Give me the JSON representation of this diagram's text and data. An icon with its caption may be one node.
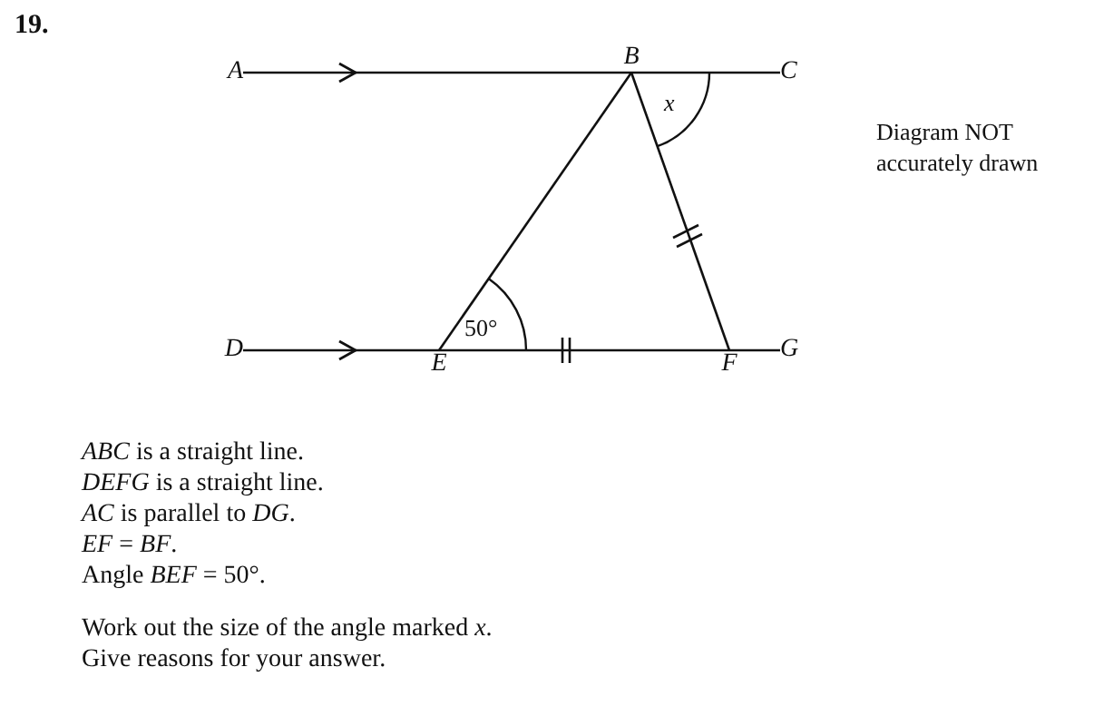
{
  "diagram": {
    "nodes": [
      {
        "text": [
          "A"
        ]
      },
      {
        "text": [
          "B"
        ]
      },
      {
        "text": [
          "C"
        ]
      },
      {
        "text": [
          "D"
        ]
      },
      {
        "text": [
          "E"
        ]
      },
      {
        "text": [
          "F"
        ]
      },
      {
        "text": [
          "G"
        ]
      }
    ],
    "edges": [
      {
        "from": 0,
        "to": 1,
        "arrow": "to"
      },
      {
        "from": 1,
        "to": 2,
        "arrow": "none"
      },
      {
        "from": 3,
        "to": 4,
        "arrow": "to"
      },
      {
        "from": 4,
        "to": 5,
        "arrow": "none"
      },
      {
        "from": 5,
        "to": 6,
        "arrow": "none"
      },
      {
        "from": 4,
        "to": 1,
        "arrow": "none"
      },
      {
        "from": 1,
        "to": 5,
        "arrow": "none"
      }
    ],
    "labels": [
      "19.",
      "x",
      "50°",
      "Diagram NOT accurately drawn",
      "*ABC* is a straight line.",
      "*DEFG* is a straight line.",
      "*AC* is parallel to *DG*.",
      "*EF* = *BF*.",
      "Angle *BEF* = 50°.",
      "Work out the size of the angle marked *x*.",
      "Give reasons for your answer."
    ]
  }
}
